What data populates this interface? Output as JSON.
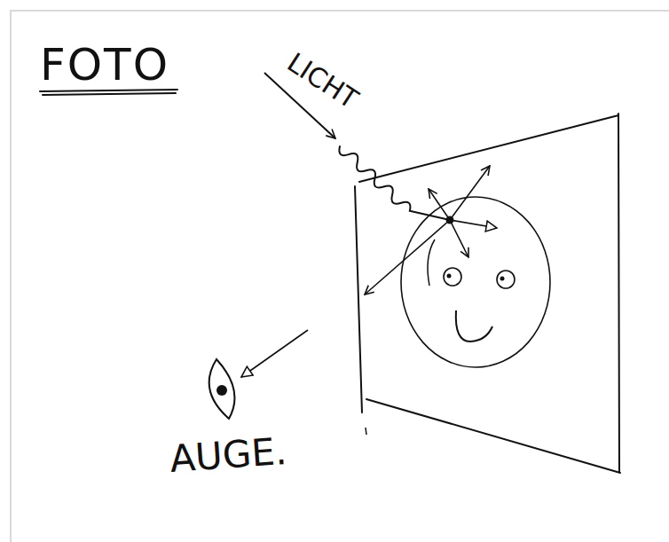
{
  "diagram": {
    "title": "FOTO",
    "labels": [
      "LICHT",
      "AUGE."
    ]
  }
}
